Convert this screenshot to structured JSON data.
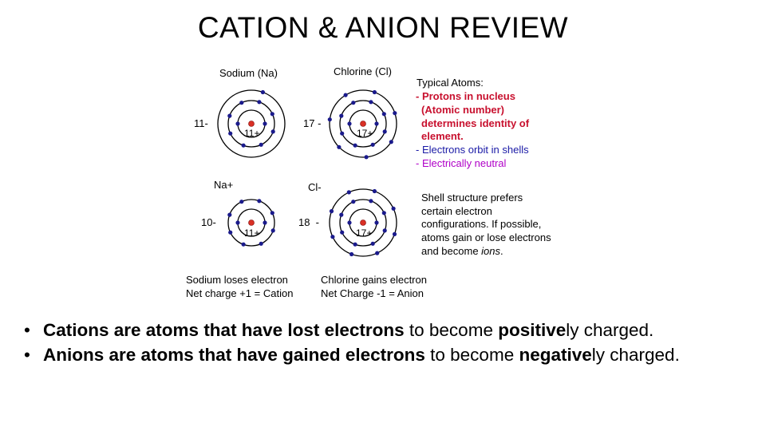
{
  "slide": {
    "title": "CATION & ANION REVIEW"
  },
  "diagram": {
    "sodium_atom": {
      "label": "Sodium (Na)",
      "electron_charge": "11-",
      "nucleus": "11+",
      "shell_electrons": [
        2,
        8,
        1
      ]
    },
    "chlorine_atom": {
      "label": "Chlorine (Cl)",
      "electron_charge": "17 -",
      "nucleus": "17+",
      "shell_electrons": [
        2,
        8,
        7
      ]
    },
    "sodium_ion": {
      "label": "Na+",
      "electron_charge": "10-",
      "nucleus": "11+",
      "shell_electrons": [
        2,
        8
      ]
    },
    "chloride_ion": {
      "label": "Cl-",
      "electron_charge": "18  -",
      "nucleus": "17+",
      "shell_electrons": [
        2,
        8,
        8
      ]
    },
    "typical_atoms": {
      "heading": "Typical Atoms:",
      "line1": "- Protons in nucleus",
      "line2": "(Atomic number)",
      "line3": "determines identity of",
      "line4": "element.",
      "line5": "- Electrons orbit in shells",
      "line6": "- Electrically neutral"
    },
    "shell_note": {
      "line1": "Shell structure prefers",
      "line2": "certain electron",
      "line3": "configurations. If possible,",
      "line4": "atoms gain or lose electrons",
      "line5_prefix": "and become ",
      "line5_italic": "ions",
      "line5_suffix": "."
    },
    "sodium_caption": {
      "line1": "Sodium loses electron",
      "line2": "Net charge +1 = Cation"
    },
    "chlorine_caption": {
      "line1": "Chlorine gains electron",
      "line2": "Net Charge -1 = Anion"
    },
    "colors": {
      "nucleus": "#d93025",
      "electron": "#1a1a8c",
      "red_text": "#c8102e",
      "blue_text": "#1a1aa6",
      "magenta_text": "#b000c8"
    }
  },
  "bullets": [
    {
      "bold": "Cations are atoms that have lost electrons",
      "mid": " to become ",
      "bold2": "positive",
      "tail": "ly charged."
    },
    {
      "bold": "Anions are atoms that have gained electrons",
      "mid": " to become ",
      "bold2": "negative",
      "tail": "ly charged."
    }
  ]
}
